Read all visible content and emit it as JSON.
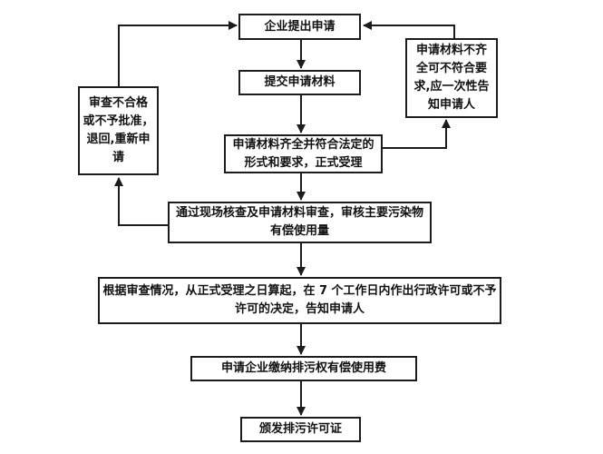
{
  "colors": {
    "background": "#ffffff",
    "stroke": "#1c1c1c",
    "text": "#111111"
  },
  "flowchart": {
    "nodes": {
      "apply": {
        "label": "企业提出申请"
      },
      "submit": {
        "label": "提交申请材料"
      },
      "accept": {
        "label": "申请材料齐全并符合法定的\n形式和要求，正式受理"
      },
      "review": {
        "label": "通过现场核查及申请材料审查，审核主要污染物\n有偿使用量"
      },
      "decision": {
        "label": "根据审查情况，从正式受理之日算起，在 7 个工作日内作出行政许可或不予\n许可的决定，告知申请人"
      },
      "payment": {
        "label": "申请企业缴纳排污权有偿使用费"
      },
      "issue": {
        "label": "颁发排污许可证"
      },
      "reject": {
        "label": "审查不合格\n或不予批准，\n退回,重新申\n请"
      },
      "incomplete": {
        "label": "申请材料不齐\n全可不符合要\n求,应一次性告\n知申请人"
      }
    },
    "edges": [
      {
        "from": "apply",
        "to": "submit"
      },
      {
        "from": "submit",
        "to": "accept"
      },
      {
        "from": "accept",
        "to": "review"
      },
      {
        "from": "review",
        "to": "decision"
      },
      {
        "from": "decision",
        "to": "payment"
      },
      {
        "from": "payment",
        "to": "issue"
      },
      {
        "from": "accept",
        "to": "incomplete"
      },
      {
        "from": "incomplete",
        "to": "apply"
      },
      {
        "from": "review",
        "to": "reject"
      },
      {
        "from": "reject",
        "to": "apply"
      }
    ]
  }
}
